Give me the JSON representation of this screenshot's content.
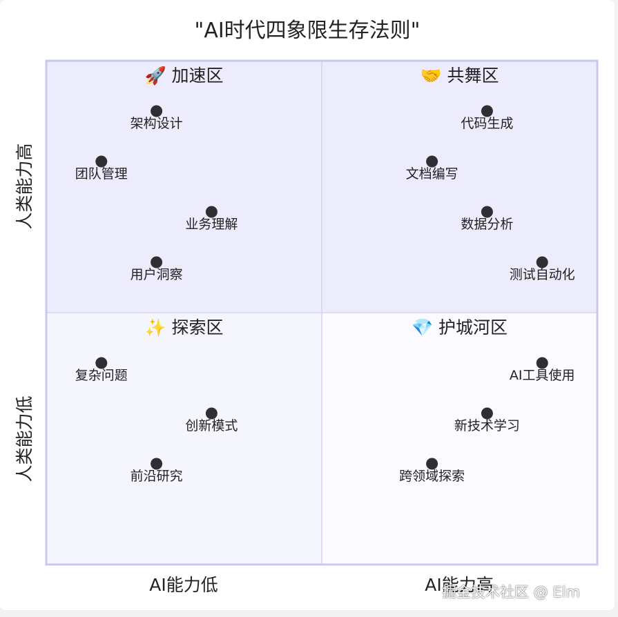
{
  "chart_data": {
    "type": "quadrant",
    "title": "\"AI时代四象限生存法则\"",
    "xlabel_low": "AI能力低",
    "xlabel_high": "AI能力高",
    "ylabel_low": "人类能力低",
    "ylabel_high": "人类能力高",
    "xlim": [
      0,
      1
    ],
    "ylim": [
      0,
      1
    ],
    "quadrants": [
      {
        "id": "top-left",
        "label": "加速区",
        "icon": "🚀",
        "icon_name": "rocket-icon",
        "fill": "#ececfd"
      },
      {
        "id": "top-right",
        "label": "共舞区",
        "icon": "🤝",
        "icon_name": "handshake-icon",
        "fill": "#ececfd"
      },
      {
        "id": "bottom-left",
        "label": "探索区",
        "icon": "✨",
        "icon_name": "sparkles-icon",
        "fill": "#f5f5fe"
      },
      {
        "id": "bottom-right",
        "label": "护城河区",
        "icon": "💎",
        "icon_name": "gem-icon",
        "fill": "#fbfbff"
      }
    ],
    "points": [
      {
        "label": "架构设计",
        "x": 0.2,
        "y": 0.9
      },
      {
        "label": "团队管理",
        "x": 0.1,
        "y": 0.8
      },
      {
        "label": "业务理解",
        "x": 0.3,
        "y": 0.7
      },
      {
        "label": "用户洞察",
        "x": 0.2,
        "y": 0.6
      },
      {
        "label": "代码生成",
        "x": 0.8,
        "y": 0.9
      },
      {
        "label": "文档编写",
        "x": 0.7,
        "y": 0.8
      },
      {
        "label": "数据分析",
        "x": 0.8,
        "y": 0.7
      },
      {
        "label": "测试自动化",
        "x": 0.9,
        "y": 0.6
      },
      {
        "label": "复杂问题",
        "x": 0.1,
        "y": 0.4
      },
      {
        "label": "创新模式",
        "x": 0.3,
        "y": 0.3
      },
      {
        "label": "前沿研究",
        "x": 0.2,
        "y": 0.2
      },
      {
        "label": "AI工具使用",
        "x": 0.9,
        "y": 0.4
      },
      {
        "label": "新技术学习",
        "x": 0.8,
        "y": 0.3
      },
      {
        "label": "跨领域探索",
        "x": 0.7,
        "y": 0.2
      }
    ],
    "colors": {
      "border": "#c9c8ef",
      "divider": "#d4d3f0",
      "point": "#2f2f33",
      "text": "#222222"
    }
  },
  "watermark": "掘金技术社区 @ Elm"
}
